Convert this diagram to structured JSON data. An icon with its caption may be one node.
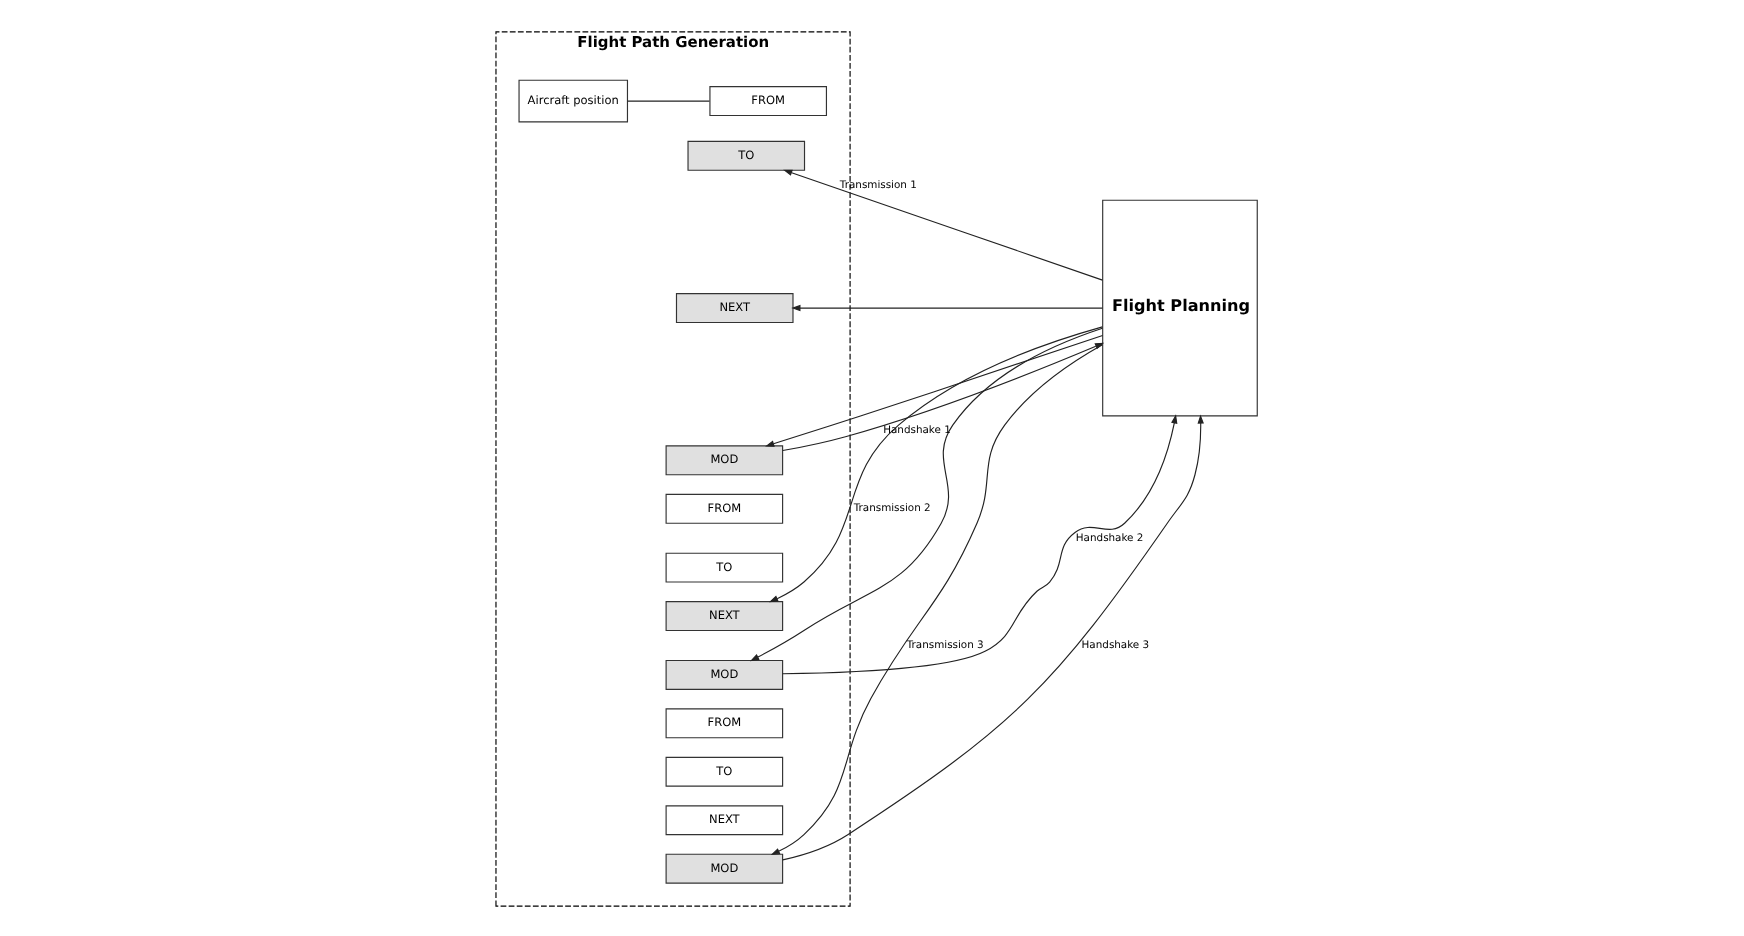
{
  "diagram": {
    "nodes": [
      {
        "text": [
          "Flight Planning"
        ]
      },
      {
        "text": [
          "Flight Path Generation"
        ]
      },
      {
        "text": [
          "Aircraft position"
        ],
        "in": 1
      },
      {
        "text": [
          "FROM"
        ],
        "in": 1
      },
      {
        "text": [
          "TO"
        ],
        "in": 1
      },
      {
        "text": [
          "NEXT"
        ],
        "in": 1
      },
      {
        "text": [
          "MOD"
        ],
        "in": 1
      },
      {
        "text": [
          "FROM"
        ],
        "in": 1
      },
      {
        "text": [
          "TO"
        ],
        "in": 1
      },
      {
        "text": [
          "NEXT"
        ],
        "in": 1
      },
      {
        "text": [
          "MOD"
        ],
        "in": 1
      },
      {
        "text": [
          "FROM"
        ],
        "in": 1
      },
      {
        "text": [
          "TO"
        ],
        "in": 1
      },
      {
        "text": [
          "NEXT"
        ],
        "in": 1
      },
      {
        "text": [
          "MOD"
        ],
        "in": 1
      }
    ],
    "edges": [
      {
        "from": 2,
        "to": 3,
        "arrow": "none"
      },
      {
        "from": 0,
        "to": 4,
        "arrow": "to",
        "label": "Transmission 1"
      },
      {
        "from": 0,
        "to": 5,
        "arrow": "to"
      },
      {
        "from": 0,
        "to": 6,
        "arrow": "to"
      },
      {
        "from": 0,
        "to": 9,
        "arrow": "to",
        "label": "Transmission 2"
      },
      {
        "from": 0,
        "to": 10,
        "arrow": "to"
      },
      {
        "from": 0,
        "to": 14,
        "arrow": "to",
        "label": "Transmission 3"
      },
      {
        "from": 6,
        "to": 0,
        "arrow": "to",
        "label": "Handshake 1"
      },
      {
        "from": 10,
        "to": 0,
        "arrow": "to",
        "label": "Handshake 2"
      },
      {
        "from": 14,
        "to": 0,
        "arrow": "to",
        "label": "Handshake 3"
      }
    ]
  }
}
